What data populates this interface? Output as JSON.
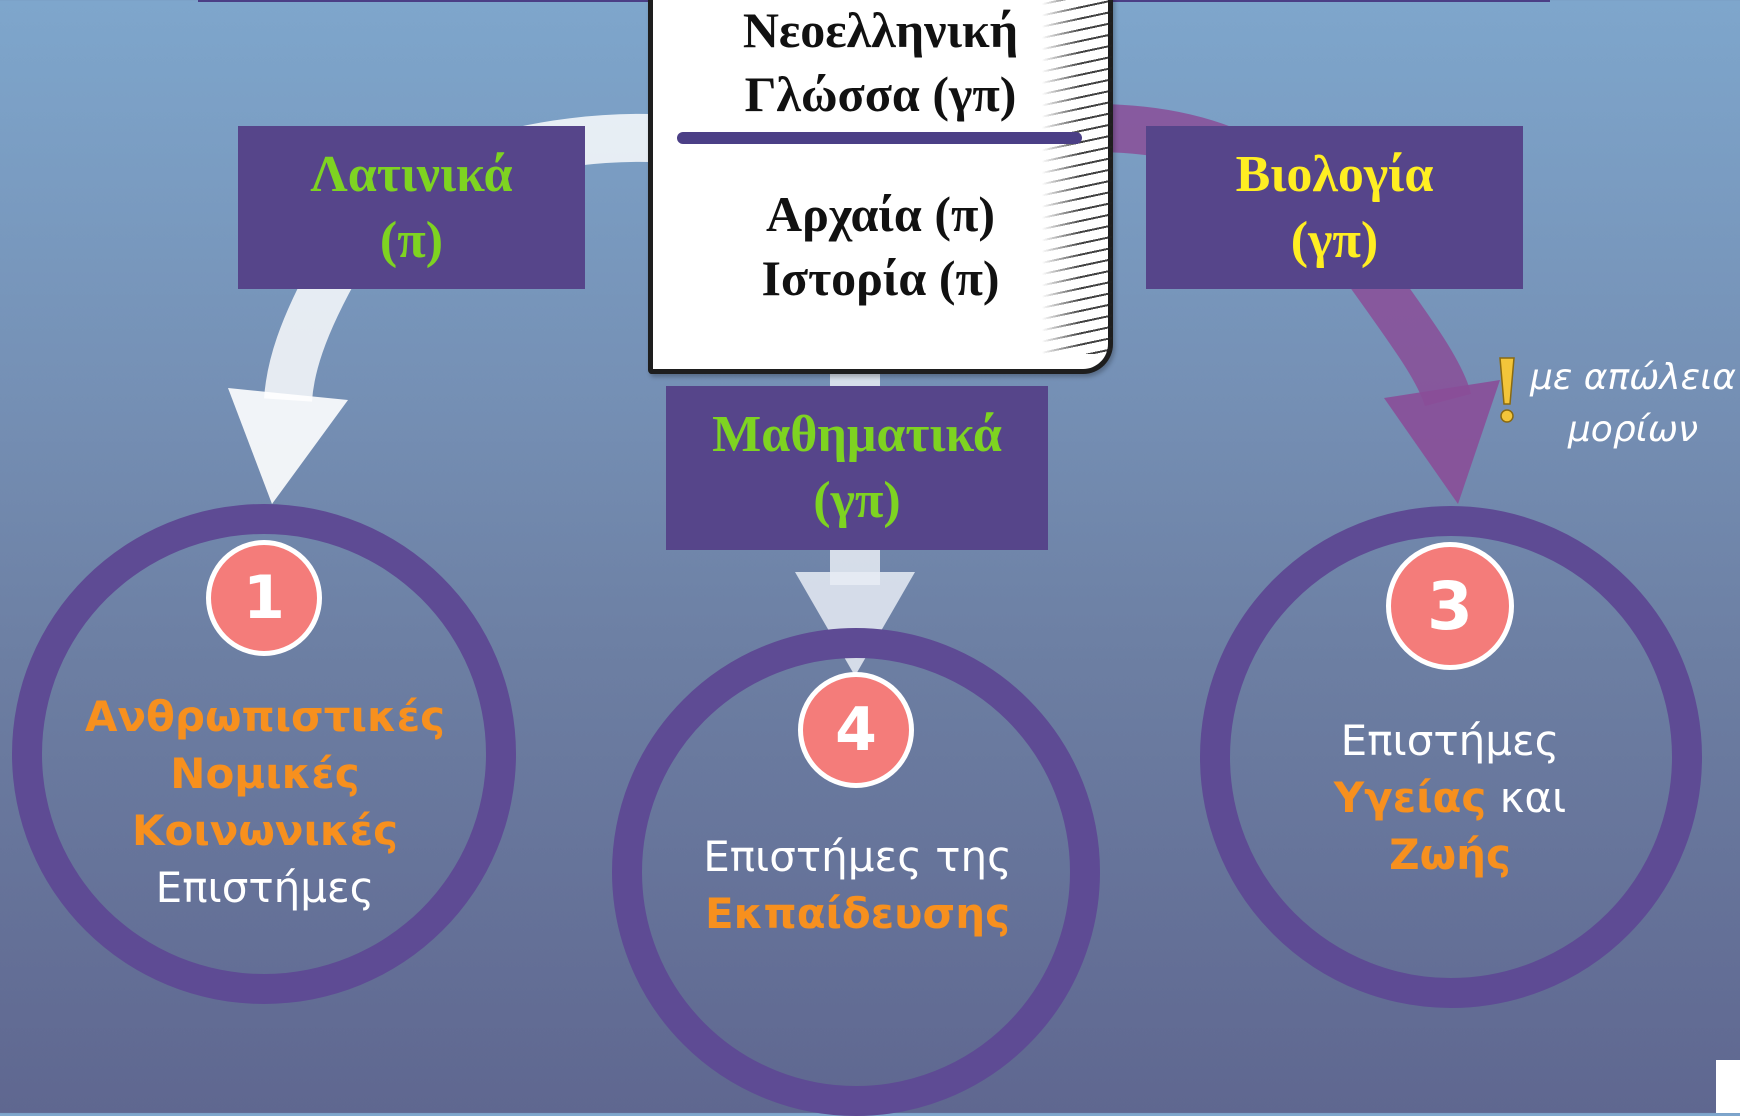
{
  "page": {
    "top_text": [
      "Νεοελληνική",
      "Γλώσσα (γπ)"
    ],
    "bottom_text": [
      "Αρχαία (π)",
      "Ιστορία (π)"
    ]
  },
  "labels": {
    "latin": [
      "Λατινικά",
      "(π)"
    ],
    "biology": [
      "Βιολογία",
      "(γπ)"
    ],
    "math": [
      "Μαθηματικά",
      "(γπ)"
    ]
  },
  "fields": {
    "f1": {
      "number": "1",
      "highlight": [
        "Ανθρωπιστικές",
        "Νομικές",
        "Κοινωνικές"
      ],
      "plain": "Επιστήμες"
    },
    "f4": {
      "number": "4",
      "plain": "Επιστήμες της",
      "highlight": "Εκπαίδευσης"
    },
    "f3": {
      "number": "3",
      "plain_top": "Επιστήμες",
      "highlight_1": "Υγείας",
      "plain_mid": " και",
      "highlight_2": "Ζωής"
    }
  },
  "note": {
    "line1": "με απώλεια",
    "line2": "μορίων",
    "icon": "exclamation-icon"
  },
  "colors": {
    "label_bg": "#56458a",
    "green_label": "#7ed321",
    "yellow_label": "#ffee22",
    "highlight": "#f7901e",
    "badge": "#f47c7a",
    "circle": "#5e4b94"
  }
}
